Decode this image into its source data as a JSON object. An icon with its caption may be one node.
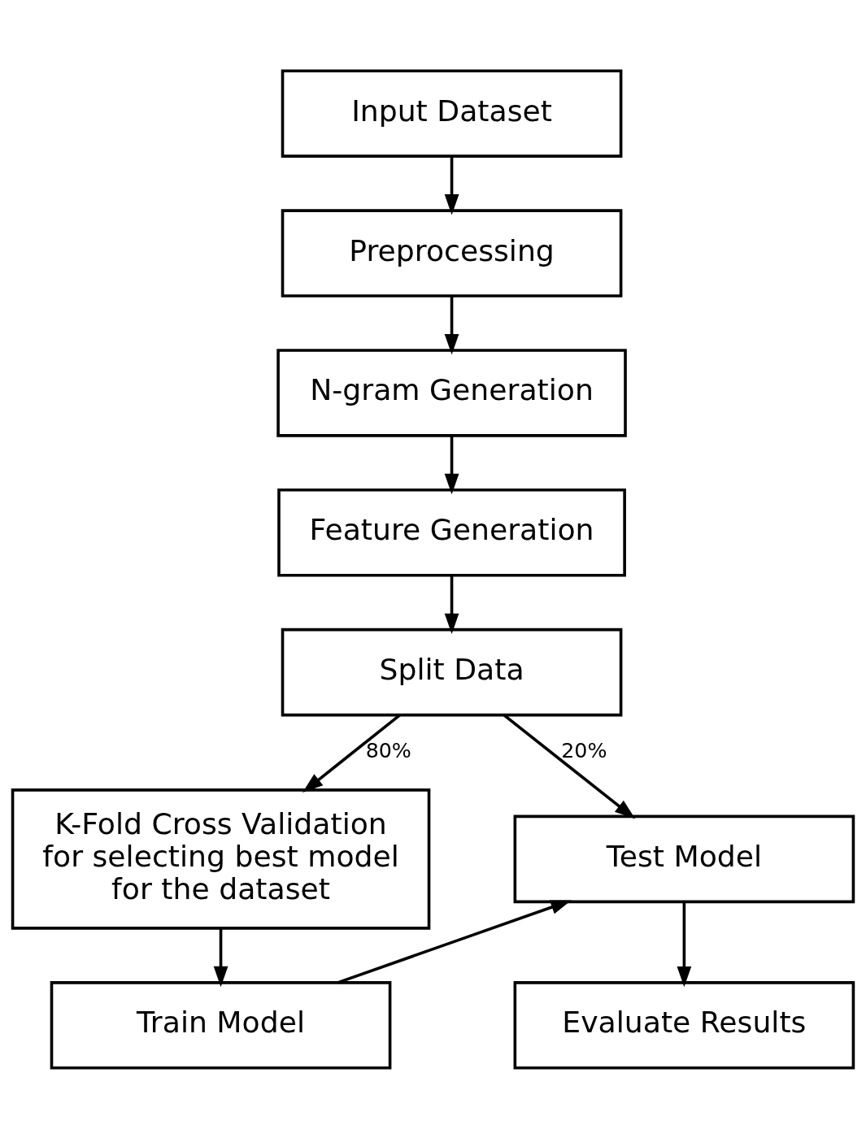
{
  "diagram": {
    "nodes": [
      {
        "text": [
          "Input Dataset"
        ]
      },
      {
        "text": [
          "Preprocessing"
        ]
      },
      {
        "text": [
          "N-gram Generation"
        ]
      },
      {
        "text": [
          "Feature Generation"
        ]
      },
      {
        "text": [
          "Split Data"
        ]
      },
      {
        "text": [
          "K-Fold Cross Validation for selecting best model for the dataset"
        ]
      },
      {
        "text": [
          "Test Model"
        ]
      },
      {
        "text": [
          "Train Model"
        ]
      },
      {
        "text": [
          "Evaluate Results"
        ]
      }
    ],
    "edges": [
      {
        "from": 0,
        "to": 1,
        "arrow": "to"
      },
      {
        "from": 1,
        "to": 2,
        "arrow": "to"
      },
      {
        "from": 2,
        "to": 3,
        "arrow": "to"
      },
      {
        "from": 3,
        "to": 4,
        "arrow": "to"
      },
      {
        "from": 4,
        "to": 5,
        "arrow": "to",
        "label": "80%"
      },
      {
        "from": 4,
        "to": 6,
        "arrow": "to",
        "label": "20%"
      },
      {
        "from": 5,
        "to": 7,
        "arrow": "to"
      },
      {
        "from": 7,
        "to": 6,
        "arrow": "to"
      },
      {
        "from": 6,
        "to": 8,
        "arrow": "to"
      }
    ]
  }
}
